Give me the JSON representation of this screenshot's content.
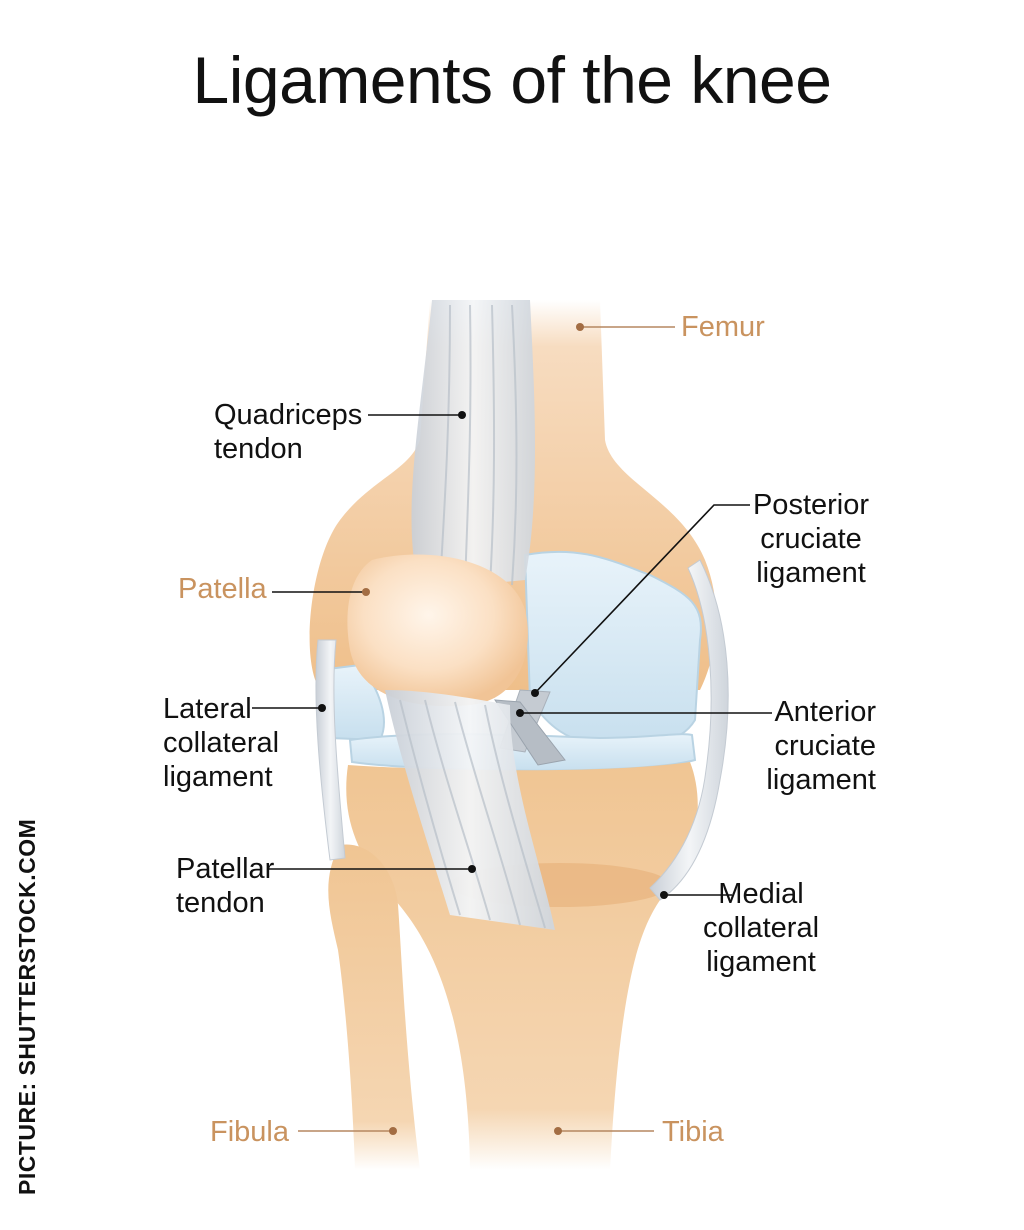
{
  "title": "Ligaments of the knee",
  "labels": {
    "femur": "Femur",
    "quadriceps_tendon": "Quadriceps\ntendon",
    "posterior_cruciate": "Posterior\ncruciate\nligament",
    "patella": "Patella",
    "lateral_collateral": "Lateral\ncollateral\nligament",
    "anterior_cruciate": "Anterior\ncruciate\nligament",
    "patellar_tendon": "Patellar\ntendon",
    "medial_collateral": "Medial\ncollateral\nligament",
    "fibula": "Fibula",
    "tibia": "Tibia"
  },
  "credit": "PICTURE: SHUTTERSTOCK.COM",
  "colors": {
    "bone": "#f2c99a",
    "ligament": "#dfe4ea",
    "cartilage": "#d3e8f3",
    "bone_label": "#c9935f",
    "leader_line": "#111111"
  }
}
